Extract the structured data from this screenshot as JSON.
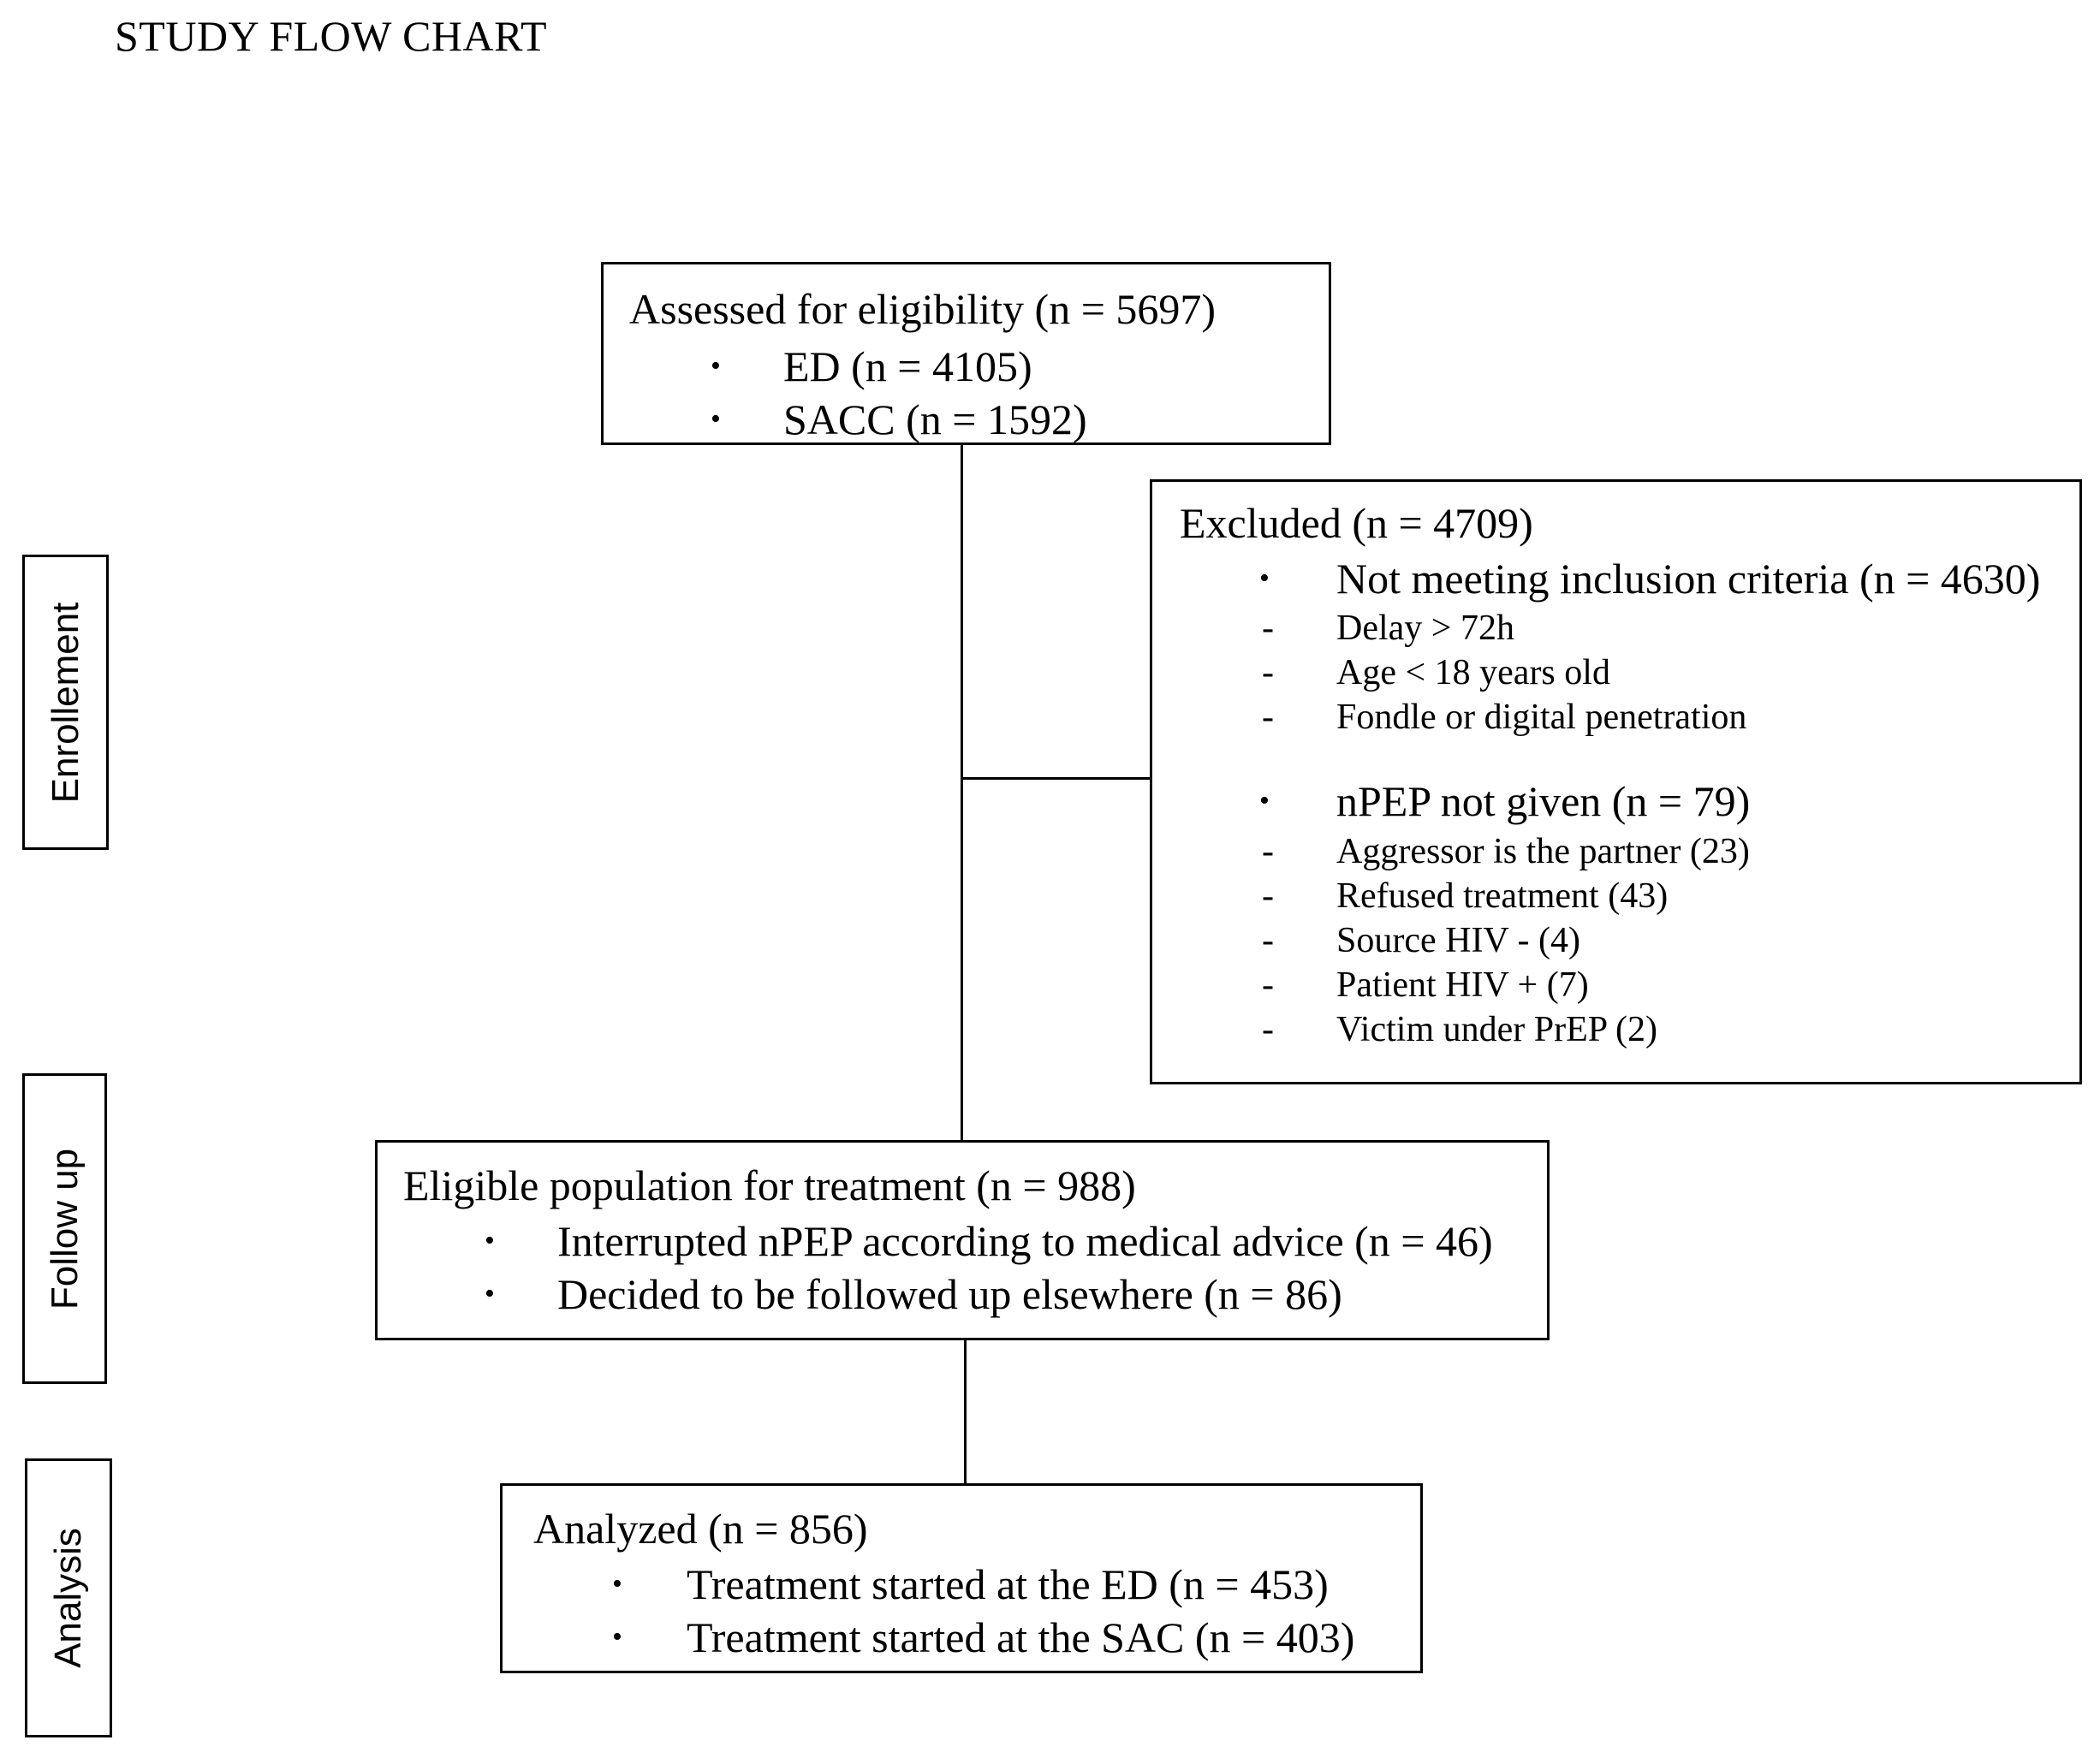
{
  "title": "STUDY FLOW CHART",
  "phases": {
    "enrollment": "Enrollement",
    "follow_up": "Follow up",
    "analysis": "Analysis"
  },
  "assessed": {
    "header": "Assessed for eligibility (n = 5697)",
    "items": [
      "ED (n = 4105)",
      "SACC (n = 1592)"
    ]
  },
  "excluded": {
    "header": "Excluded (n = 4709)",
    "group1": {
      "label": "Not meeting inclusion criteria  (n = 4630)",
      "items": [
        "Delay > 72h",
        "Age < 18 years old",
        "Fondle or digital penetration"
      ]
    },
    "group2": {
      "label": "nPEP not given (n = 79)",
      "items": [
        "Aggressor is the partner (23)",
        "Refused treatment (43)",
        "Source HIV - (4)",
        "Patient HIV + (7)",
        "Victim under PrEP (2)"
      ]
    }
  },
  "eligible": {
    "header": "Eligible population for treatment (n = 988)",
    "items": [
      "Interrupted nPEP according to medical advice (n = 46)",
      "Decided to be followed up elsewhere (n = 86)"
    ]
  },
  "analyzed": {
    "header": "Analyzed (n = 856)",
    "items": [
      "Treatment started at the ED (n = 453)",
      "Treatment started at the SAC (n = 403)"
    ]
  },
  "markers": {
    "bullet": "•",
    "dash": "-"
  }
}
